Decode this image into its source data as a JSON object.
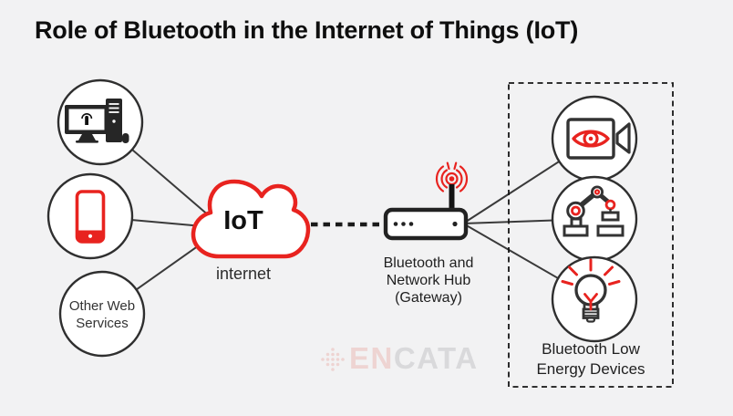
{
  "title": "Role of Bluetooth in the Internet of Things (IoT)",
  "cloud": {
    "label": "IoT",
    "caption": "internet"
  },
  "hub": {
    "label": "Bluetooth and Network Hub (Gateway)"
  },
  "ble_group": {
    "label": "Bluetooth Low Energy Devices"
  },
  "left_nodes": {
    "computer": "desktop-computer",
    "phone": "smartphone",
    "other": {
      "label": "Other Web Services"
    }
  },
  "right_nodes": [
    "surveillance-camera",
    "robot-arm",
    "smart-light-bulb"
  ],
  "watermark": {
    "primary": "EN",
    "secondary": "CATA"
  },
  "colors": {
    "background": "#f2f2f3",
    "accent_red": "#e8231f",
    "outline_dark": "#333333",
    "line_gray": "#3a3a3a",
    "watermark_red": "#eed4d2",
    "watermark_gray": "#d9d9db"
  }
}
